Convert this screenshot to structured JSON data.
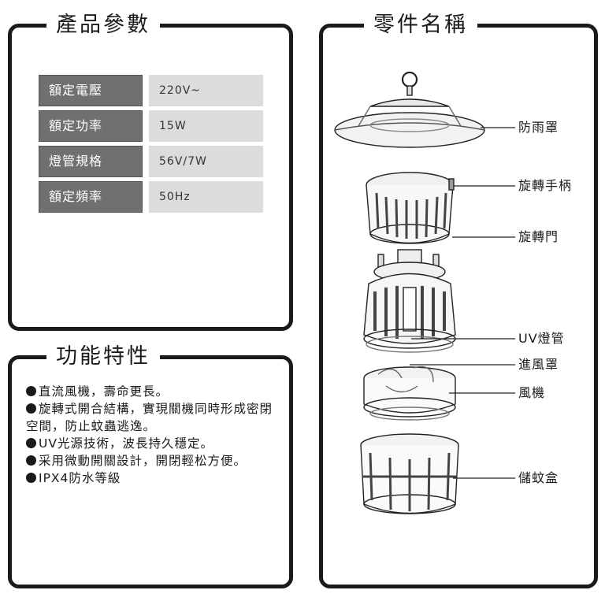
{
  "specs": {
    "title": "產品參數",
    "rows": [
      {
        "label": "額定電壓",
        "value": "220V~"
      },
      {
        "label": "額定功率",
        "value": "15W"
      },
      {
        "label": "燈管規格",
        "value": "56V/7W"
      },
      {
        "label": "額定頻率",
        "value": "50Hz"
      }
    ]
  },
  "features": {
    "title": "功能特性",
    "items": [
      "直流風機，壽命更長。",
      "旋轉式開合結構，實現關機同時形成密閉空間，防止蚊蟲逃逸。",
      "UV光源技術，波長持久穩定。",
      "采用微動開關設計，開閉輕松方便。",
      "IPX4防水等級"
    ]
  },
  "parts": {
    "title": "零件名稱",
    "labels": [
      "防雨罩",
      "旋轉手柄",
      "旋轉門",
      "UV燈管",
      "進風罩",
      "風機",
      "儲蚊盒"
    ]
  }
}
